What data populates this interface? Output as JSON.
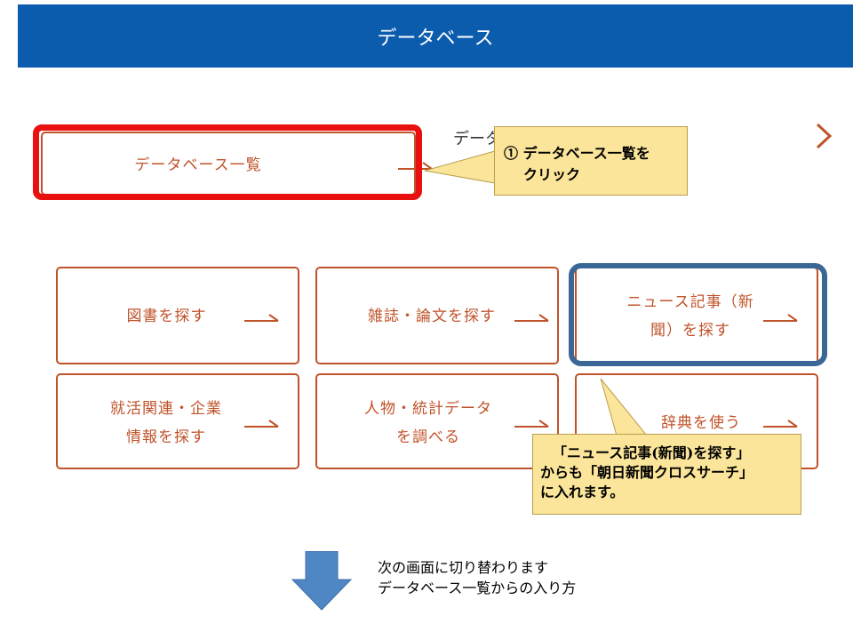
{
  "header": {
    "title": "データベース"
  },
  "behind_text": "データ",
  "database_list": {
    "label": "データベース一覧"
  },
  "search_tiles": [
    {
      "line1": "図書を探す",
      "line2": ""
    },
    {
      "line1": "雑誌・論文を探す",
      "line2": ""
    },
    {
      "line1": "ニュース記事（新",
      "line2": "聞）を探す"
    },
    {
      "line1": "就活関連・企業",
      "line2": "情報を探す"
    },
    {
      "line1": "人物・統計データ",
      "line2": "を調べる"
    },
    {
      "line1": "辞典を使う",
      "line2": ""
    }
  ],
  "callout1": {
    "line1": "① データベース一覧を",
    "line2": "クリック"
  },
  "callout2": {
    "line1": "「ニュース記事(新聞)を探す」",
    "line2": "からも「朝日新聞クロスサーチ」",
    "line3": "に入れます。"
  },
  "next_screen": {
    "line1": "次の画面に切り替わります",
    "line2": "データベース一覧からの入り方"
  },
  "icons": {
    "next": "chevron-right-icon",
    "arrow": "long-arrow-right-icon",
    "down": "down-arrow-icon"
  },
  "colors": {
    "header": "#0b5cad",
    "tile_border": "#c0532a",
    "highlight_red": "#e8110f",
    "highlight_blue": "#3b6796",
    "callout_bg": "#fbe59a",
    "down_arrow": "#4f87c5"
  }
}
